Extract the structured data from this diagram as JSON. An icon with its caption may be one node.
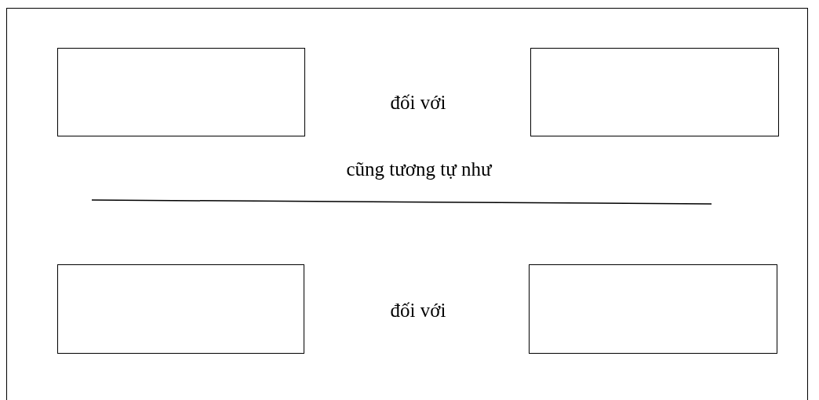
{
  "diagram": {
    "nodes": [
      {
        "text": [],
        "shape": "box"
      },
      {
        "text": [],
        "shape": "box"
      },
      {
        "text": [],
        "shape": "box"
      },
      {
        "text": [],
        "shape": "box"
      }
    ],
    "labels": [
      "đối với",
      "cũng tương tự như",
      "đối với"
    ]
  }
}
